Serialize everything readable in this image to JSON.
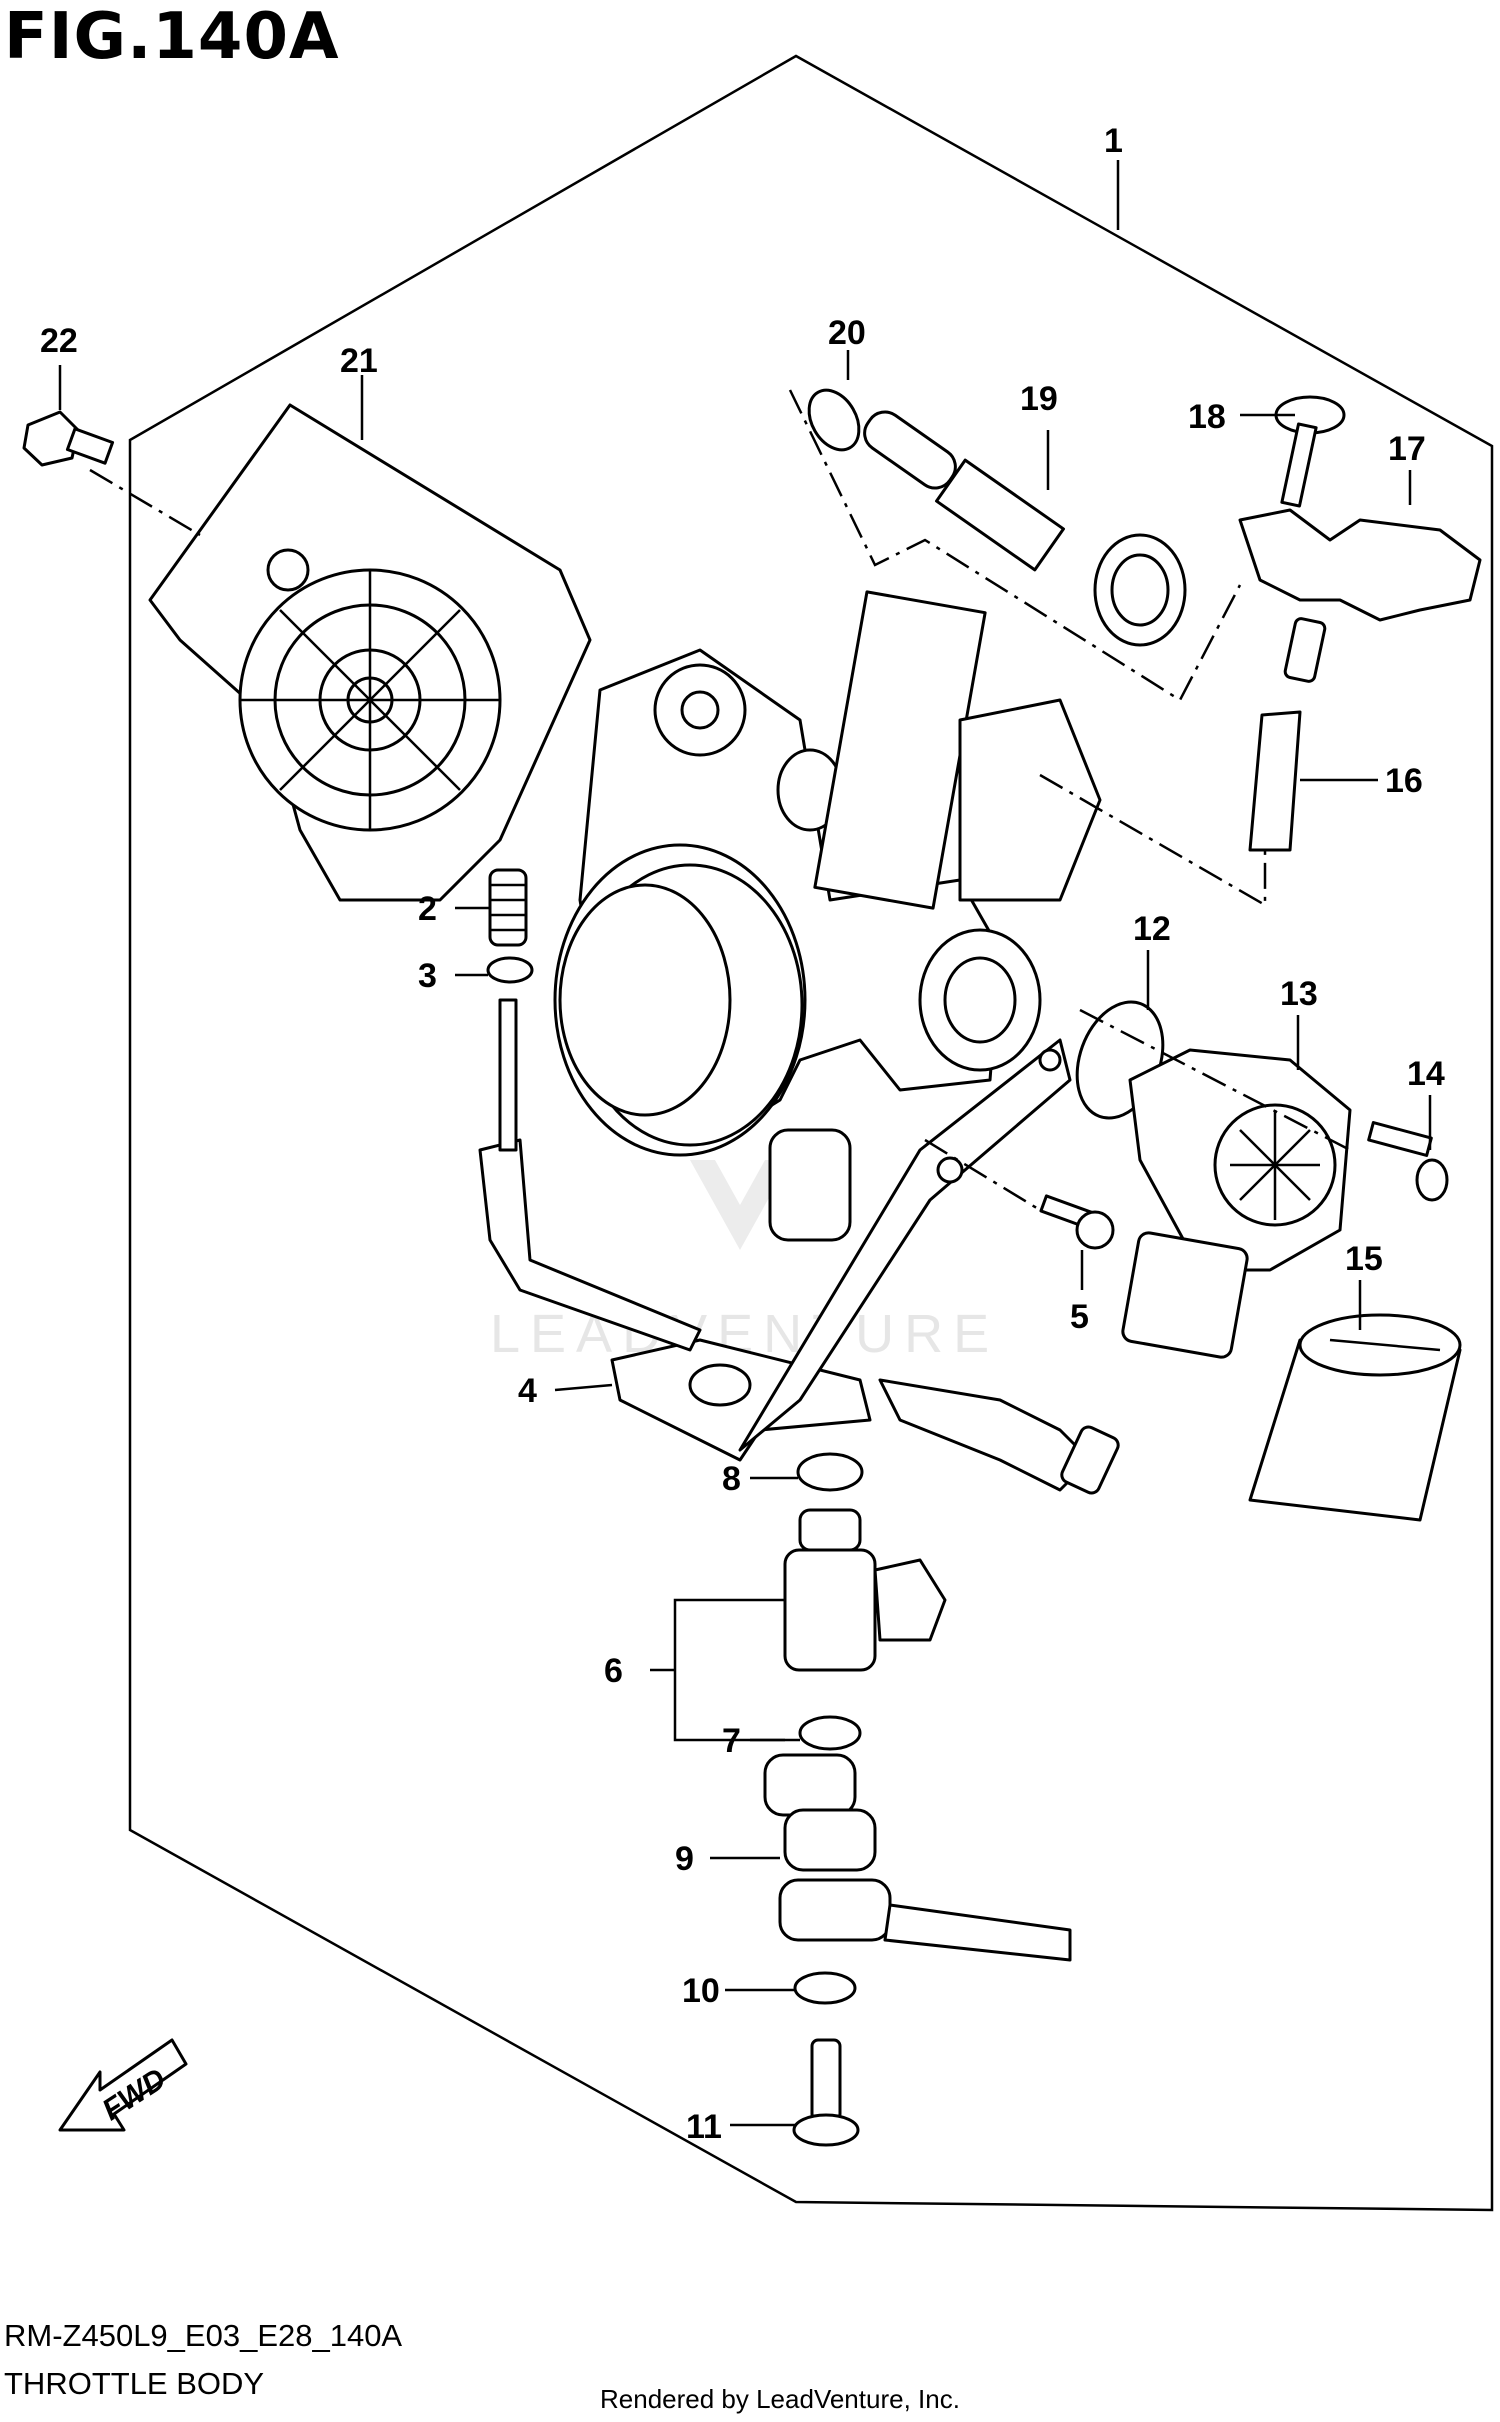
{
  "header": {
    "title": "FIG.140A"
  },
  "footer": {
    "model_code": "RM-Z450L9_E03_E28_140A",
    "section_name": "THROTTLE BODY",
    "rendered_by": "Rendered by LeadVenture, Inc."
  },
  "watermark": "LEADVENTURE",
  "direction_arrow": "FWD",
  "callouts": [
    "1",
    "2",
    "3",
    "4",
    "5",
    "6",
    "7",
    "8",
    "9",
    "10",
    "11",
    "12",
    "13",
    "14",
    "15",
    "16",
    "17",
    "18",
    "19",
    "20",
    "21",
    "22"
  ]
}
